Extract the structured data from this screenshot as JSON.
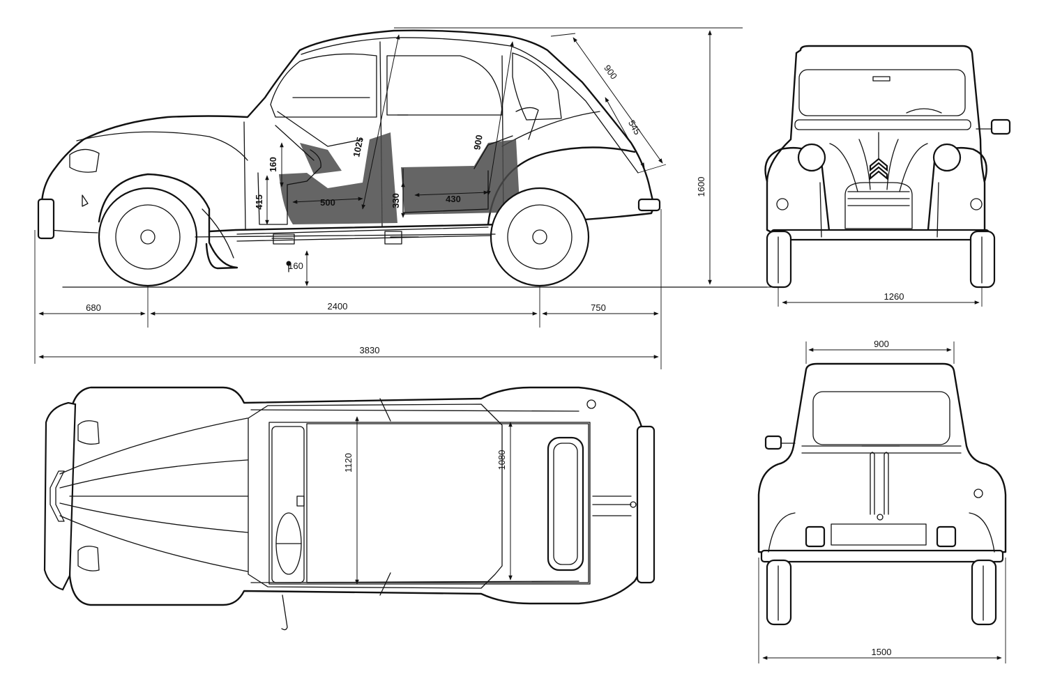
{
  "dimensions": {
    "front_overhang": "680",
    "wheelbase": "2400",
    "rear_overhang": "750",
    "overall_length": "3830",
    "overall_height": "1600",
    "ground_clearance": "160",
    "front_track": "1260",
    "rear_roof_width": "900",
    "overall_width": "1500",
    "roof_opening_length": "900",
    "rear_window_height": "545",
    "interior_width_front": "1120",
    "interior_width_rear": "1080"
  },
  "interior": {
    "front_headroom": "1025",
    "rear_headroom": "900",
    "front_seat_back": "160",
    "front_seat_height": "415",
    "front_legroom": "500",
    "rear_seat_height": "330",
    "rear_legroom": "430"
  }
}
